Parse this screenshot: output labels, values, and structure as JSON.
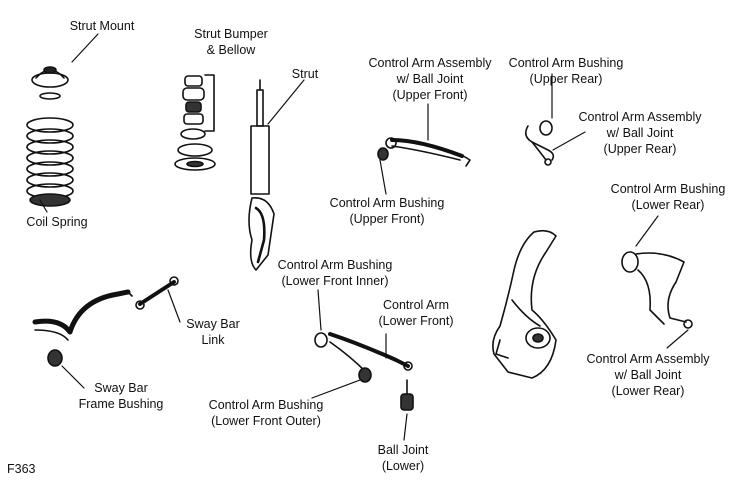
{
  "figure_code": "F363",
  "labels": {
    "strut_mount": [
      "Strut Mount"
    ],
    "coil_spring": [
      "Coil Spring"
    ],
    "strut_bumper": [
      "Strut Bumper",
      "& Bellow"
    ],
    "strut": [
      "Strut"
    ],
    "ca_assembly_upper_front": [
      "Control Arm Assembly",
      "w/ Ball Joint",
      "(Upper Front)"
    ],
    "ca_bushing_upper_rear": [
      "Control Arm Bushing",
      "(Upper Rear)"
    ],
    "ca_assembly_upper_rear": [
      "Control Arm Assembly",
      "w/ Ball Joint",
      "(Upper Rear)"
    ],
    "ca_bushing_upper_front": [
      "Control Arm Bushing",
      "(Upper Front)"
    ],
    "ca_bushing_lower_rear": [
      "Control Arm Bushing",
      "(Lower Rear)"
    ],
    "ca_bushing_lower_front_inner": [
      "Control Arm Bushing",
      "(Lower Front Inner)"
    ],
    "sway_bar_link": [
      "Sway Bar",
      "Link"
    ],
    "control_arm_lower_front": [
      "Control Arm",
      "(Lower Front)"
    ],
    "ca_assembly_lower_rear": [
      "Control Arm Assembly",
      "w/ Ball Joint",
      "(Lower Rear)"
    ],
    "sway_bar_frame_bushing": [
      "Sway Bar",
      "Frame Bushing"
    ],
    "ca_bushing_lower_front_outer": [
      "Control Arm Bushing",
      "(Lower Front Outer)"
    ],
    "ball_joint_lower": [
      "Ball Joint",
      "(Lower)"
    ]
  }
}
